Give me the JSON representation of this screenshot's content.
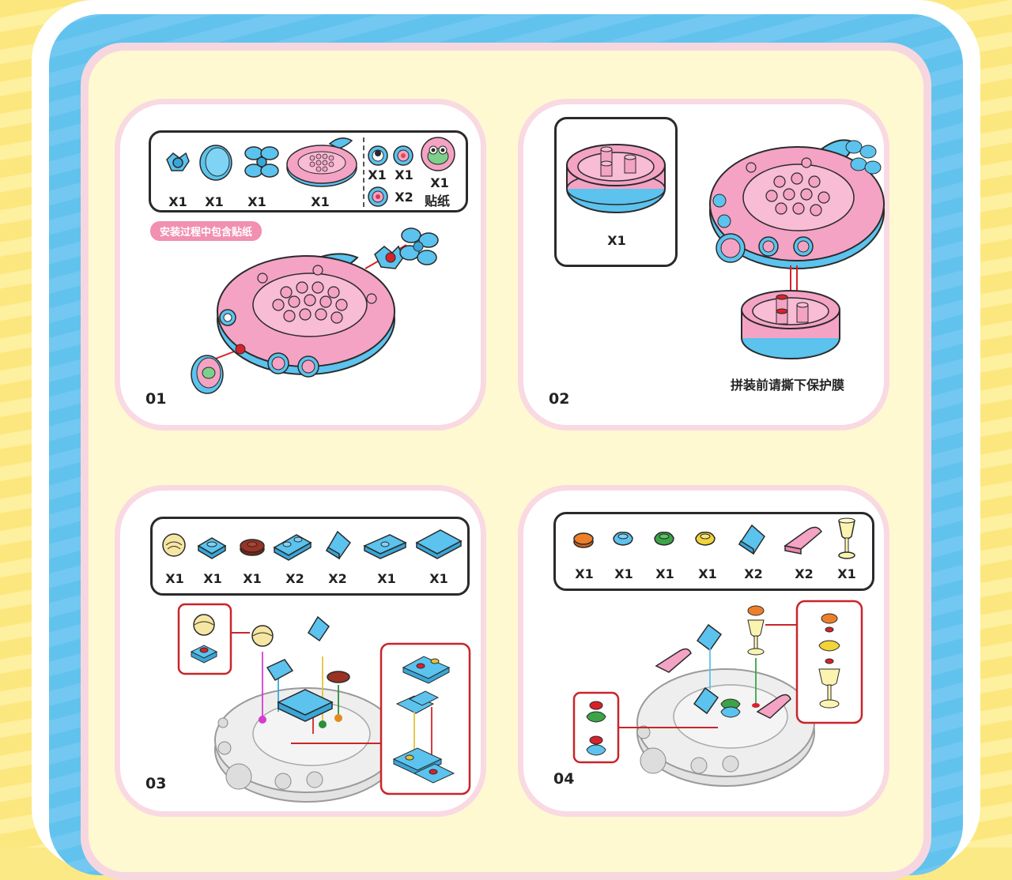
{
  "steps": [
    {
      "number": "01",
      "parts": [
        {
          "icon": "small-connector-icon",
          "qty": "X1"
        },
        {
          "icon": "round-disc-icon",
          "qty": "X1"
        },
        {
          "icon": "propeller-icon",
          "qty": "X1"
        },
        {
          "icon": "pink-base-body-icon",
          "qty": "X1"
        }
      ],
      "stickers": [
        {
          "qty": "X1"
        },
        {
          "qty": "X1"
        },
        {
          "qty": "X2"
        },
        {
          "qty": "X1"
        }
      ],
      "sticker_label": "贴纸",
      "tag": "安装过程中包含贴纸"
    },
    {
      "number": "02",
      "parts": [
        {
          "icon": "round-base-icon",
          "qty": "X1"
        }
      ],
      "note": "拼装前请撕下保护膜"
    },
    {
      "number": "03",
      "parts": [
        {
          "icon": "gold-dome-icon",
          "qty": "X1"
        },
        {
          "icon": "blue-tile-1x1-icon",
          "qty": "X1"
        },
        {
          "icon": "brown-round-plate-icon",
          "qty": "X1"
        },
        {
          "icon": "blue-plate-1x2-icon",
          "qty": "X2"
        },
        {
          "icon": "blue-slope-icon",
          "qty": "X2"
        },
        {
          "icon": "blue-jumper-plate-icon",
          "qty": "X1"
        },
        {
          "icon": "blue-tile-1x2-icon",
          "qty": "X1"
        }
      ]
    },
    {
      "number": "04",
      "parts": [
        {
          "icon": "orange-round-tile-icon",
          "qty": "X1"
        },
        {
          "icon": "blue-flower-plate-icon",
          "qty": "X1"
        },
        {
          "icon": "green-flower-plate-icon",
          "qty": "X1"
        },
        {
          "icon": "yellow-flower-plate-icon",
          "qty": "X1"
        },
        {
          "icon": "blue-slope-icon",
          "qty": "X2"
        },
        {
          "icon": "pink-curved-brick-icon",
          "qty": "X2"
        },
        {
          "icon": "yellow-goblet-icon",
          "qty": "X1"
        }
      ]
    }
  ],
  "colors": {
    "pink": "#f4a3c4",
    "blue": "#5bc3ee",
    "cream": "#fff9d2",
    "frame_blue": "#62c2ee",
    "panel_border": "#f9d9e2"
  }
}
